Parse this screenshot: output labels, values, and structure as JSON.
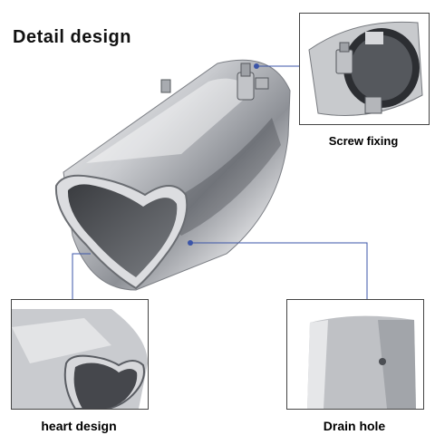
{
  "title": "Detail design",
  "callouts": {
    "screw": "Screw fixing",
    "heart": "heart design",
    "drain": "Drain hole"
  },
  "colors": {
    "steel_light": "#f2f2f2",
    "steel_mid": "#b9bcc1",
    "steel_dark": "#5a5d63",
    "callout_line": "#3b55a8"
  }
}
